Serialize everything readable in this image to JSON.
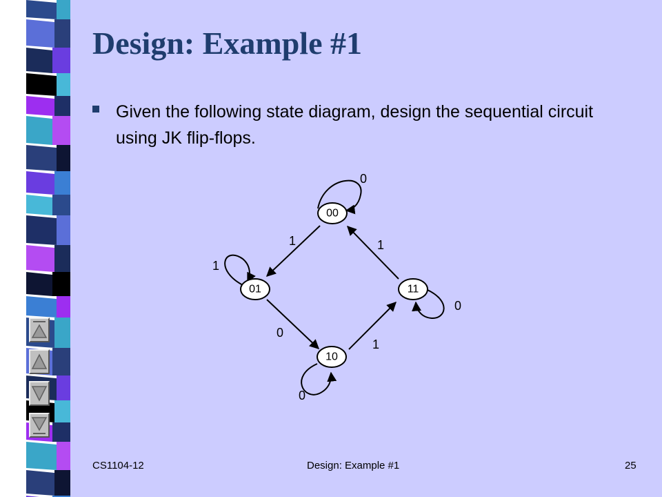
{
  "slide": {
    "title": "Design: Example #1",
    "bullet": "Given the following state diagram, design the sequential circuit using JK flip-flops."
  },
  "diagram": {
    "states": [
      {
        "id": "s00",
        "label": "00"
      },
      {
        "id": "s01",
        "label": "01"
      },
      {
        "id": "s10",
        "label": "10"
      },
      {
        "id": "s11",
        "label": "11"
      }
    ],
    "transitions": [
      {
        "from": "00",
        "to": "00",
        "label": "0"
      },
      {
        "from": "00",
        "to": "01",
        "label": "1"
      },
      {
        "from": "01",
        "to": "01",
        "label": "1"
      },
      {
        "from": "01",
        "to": "10",
        "label": "0"
      },
      {
        "from": "10",
        "to": "10",
        "label": "0"
      },
      {
        "from": "10",
        "to": "11",
        "label": "1"
      },
      {
        "from": "11",
        "to": "11",
        "label": "0"
      },
      {
        "from": "11",
        "to": "00",
        "label": "1"
      }
    ]
  },
  "nav": {
    "buttons": [
      "first-slide",
      "previous-slide",
      "next-slide",
      "last-slide"
    ]
  },
  "footer": {
    "left": "CS1104-12",
    "center": "Design: Example #1",
    "right": "25"
  },
  "colors": {
    "background": "#ccccff",
    "title": "#1f3d6e",
    "stripe": [
      "#2b4a8c",
      "#5b6fd8",
      "#1b2c5a",
      "#000000",
      "#9d2ef0",
      "#3aa6c8",
      "#2a3f7a",
      "#6a3de0",
      "#48b8d8",
      "#1e2f66",
      "#b44cf2",
      "#0e1533",
      "#3b7fd4"
    ]
  }
}
